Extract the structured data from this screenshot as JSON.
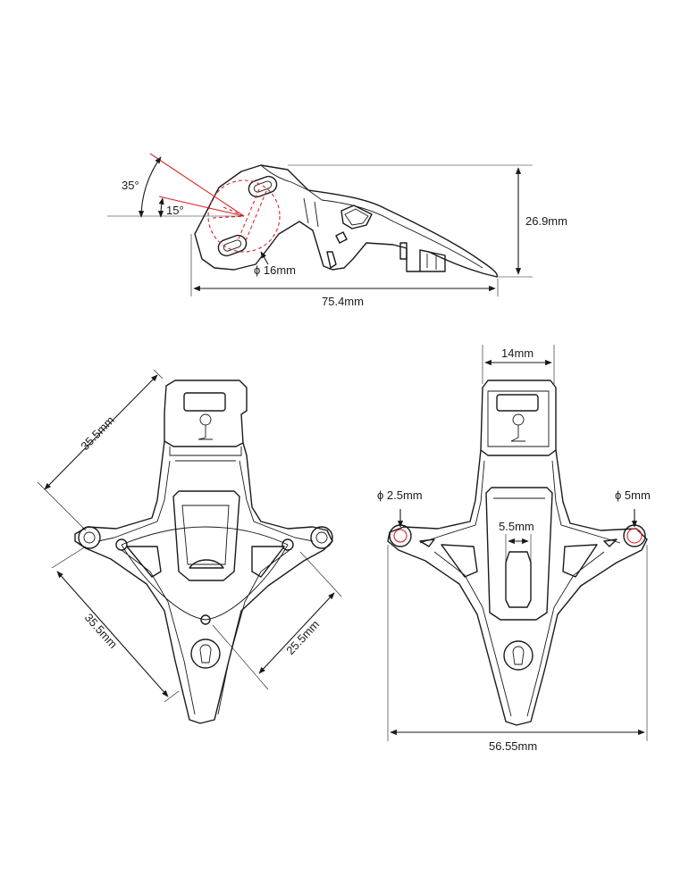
{
  "colors": {
    "line": "#1a1a1a",
    "accent": "#d9252a",
    "background": "#ffffff"
  },
  "side_view": {
    "angle_large": "35°",
    "angle_small": "15°",
    "hole_diameter": "ϕ 16mm",
    "height": "26.9mm",
    "length": "75.4mm"
  },
  "front_view": {
    "diag_upper": "35.5mm",
    "diag_lower": "35.5mm",
    "diag_right": "25.5mm"
  },
  "rear_view": {
    "top_width": "14mm",
    "left_hole": "ϕ 2.5mm",
    "right_hole": "ϕ 5mm",
    "center_slot": "5.5mm",
    "total_width": "56.55mm"
  }
}
